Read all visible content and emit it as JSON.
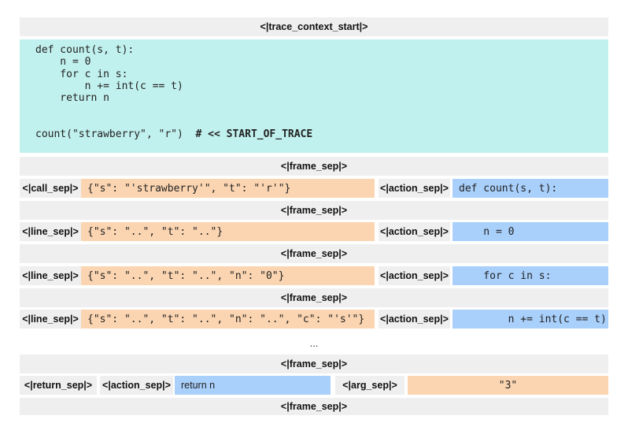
{
  "trace_context_start": "<|trace_context_start|>",
  "code_lines": [
    "def count(s, t):",
    "    n = 0",
    "    for c in s:",
    "        n += int(c == t)",
    "    return n",
    "",
    ""
  ],
  "call_line": "count(\"strawberry\", \"r\")  ",
  "start_marker": "# << START_OF_TRACE",
  "frame_sep": "<|frame_sep|>",
  "rows": [
    {
      "sep": "<|call_sep|>",
      "state": "{\"s\": \"'strawberry'\", \"t\": \"'r'\"}",
      "action_sep": "<|action_sep|>",
      "action": "def count(s, t):"
    },
    {
      "sep": "<|line_sep|>",
      "state": "{\"s\": \"..\", \"t\": \"..\"}",
      "action_sep": "<|action_sep|>",
      "action": "    n = 0"
    },
    {
      "sep": "<|line_sep|>",
      "state": "{\"s\": \"..\", \"t\": \"..\", \"n\": \"0\"}",
      "action_sep": "<|action_sep|>",
      "action": "    for c in s:"
    },
    {
      "sep": "<|line_sep|>",
      "state": "{\"s\": \"..\", \"t\": \"..\", \"n\": \"..\", \"c\": \"'s'\"}",
      "action_sep": "<|action_sep|>",
      "action": "        n += int(c == t)"
    }
  ],
  "ellipsis": "...",
  "return_row": {
    "return_sep": "<|return_sep|>",
    "action_sep": "<|action_sep|>",
    "action": "return n",
    "arg_sep": "<|arg_sep|>",
    "value": "\"3\""
  }
}
